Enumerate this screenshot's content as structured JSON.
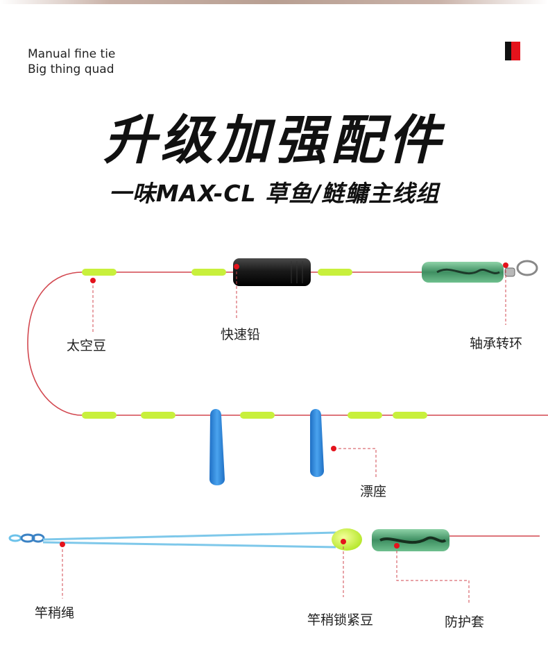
{
  "header": {
    "tagline_line1": "Manual fine tie",
    "tagline_line2": "Big thing quad",
    "title": "升级加强配件",
    "subtitle": "一味MAX-CL 草鱼/鲢鳙主线组"
  },
  "labels": {
    "space_bean": "太空豆",
    "quick_lead": "快速铅",
    "bearing_swivel": "轴承转环",
    "float_seat": "漂座",
    "rod_tip_rope": "竿稍绳",
    "rod_tip_lock_bean": "竿稍锁紧豆",
    "protective_sleeve": "防护套"
  },
  "colors": {
    "line_red": "#d2474f",
    "bean_green": "#c8f03c",
    "float_seat_blue": "#2f86d6",
    "rope_blue": "#7ec8ea",
    "marker_red": "#e4131c",
    "lead_black": "#1a1a1a",
    "sleeve_green": "#4a9a6a"
  }
}
